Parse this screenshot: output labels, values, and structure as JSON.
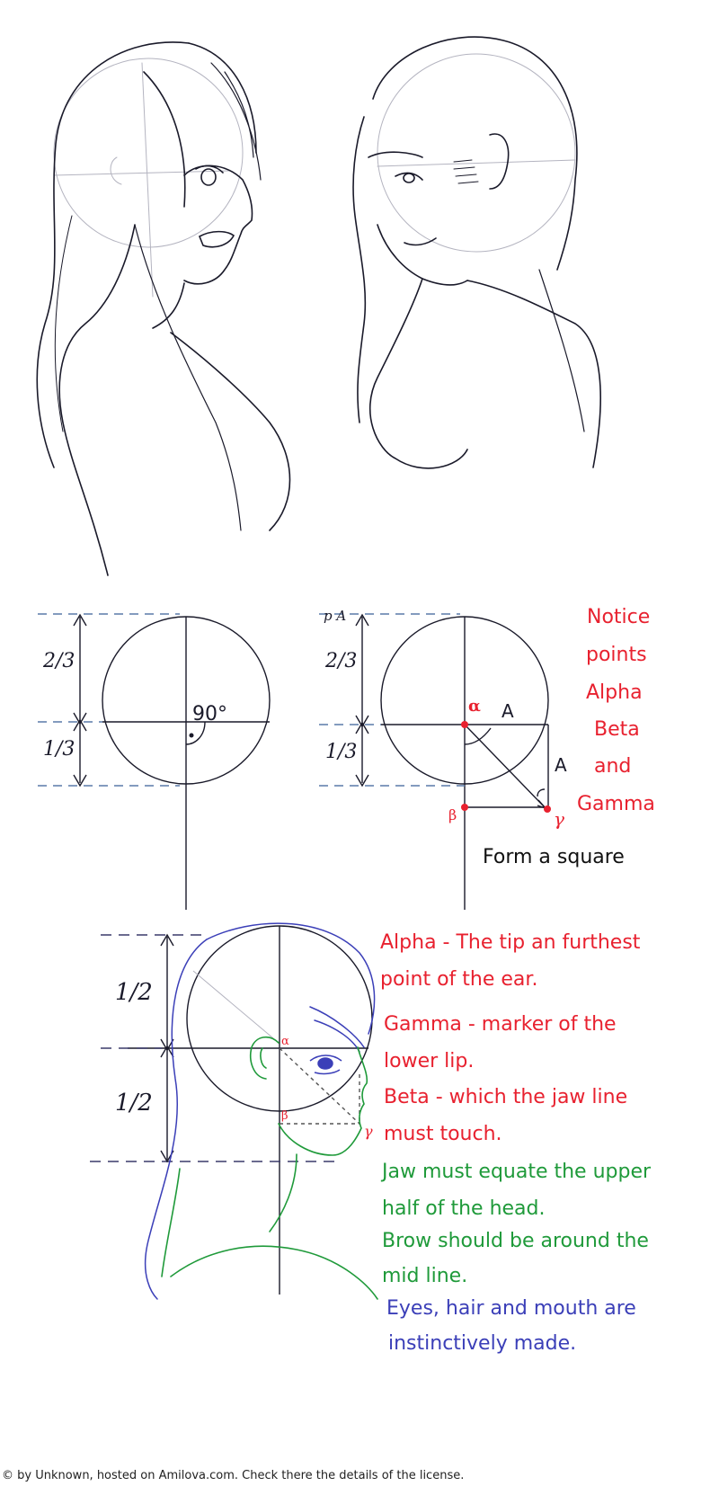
{
  "mid_diagram": {
    "left_fraction_top": "2/3",
    "left_fraction_bottom": "1/3",
    "angle_label": "90°",
    "right_fraction_top": "2/3",
    "right_fraction_bottom": "1/3",
    "top_marker": "p A",
    "side_a_horizontal": "A",
    "side_a_vertical": "A",
    "alpha_symbol": "α",
    "beta_symbol": "β",
    "gamma_symbol": "γ",
    "notice_lines": [
      "Notice",
      "points",
      "Alpha",
      "Beta",
      "and",
      "Gamma"
    ],
    "square_caption": "Form a square"
  },
  "bottom_diagram": {
    "half_top": "1/2",
    "half_bottom": "1/2",
    "alpha_symbol": "α",
    "beta_symbol": "β",
    "gamma_symbol": "γ",
    "notes_red": [
      "Alpha - The tip an furthest",
      "point of the ear.",
      "Gamma - marker of the",
      "lower lip.",
      "Beta - which the jaw line",
      "must touch."
    ],
    "notes_green": [
      "Jaw must equate the upper",
      "half of the head.",
      "Brow should be around the",
      "mid line."
    ],
    "notes_blue": [
      "Eyes, hair and mouth are",
      "instinctively made."
    ]
  },
  "credit": "© by Unknown, hosted on Amilova.com. Check there the details of the license.",
  "colors": {
    "ink": "#1a1a2a",
    "pencil": "#9a9aa8",
    "red": "#e8212f",
    "green": "#1f9a3a",
    "blue": "#3b3fb8"
  }
}
